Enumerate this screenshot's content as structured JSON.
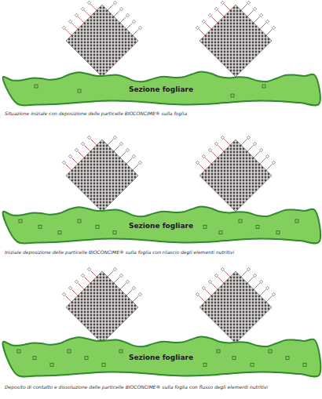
{
  "diagram": {
    "nodes": [
      {
        "text": [
          "Sezione fogliare"
        ]
      },
      {
        "text": [
          "Sezione fogliare"
        ]
      },
      {
        "text": [
          "Sezione fogliare"
        ]
      }
    ],
    "labels": [
      "Situazione iniziale con deposizione delle particelle BIOCONCIME® sulla foglia",
      "Iniziale deposizione delle particelle BIOCONCIME® sulla foglia con rilascio degli elementi nutritivi",
      "Deposito di contatto e dissoluzione delle particelle BIOCONCIME® sulla foglia con flusso degli elementi nutritivi"
    ]
  }
}
